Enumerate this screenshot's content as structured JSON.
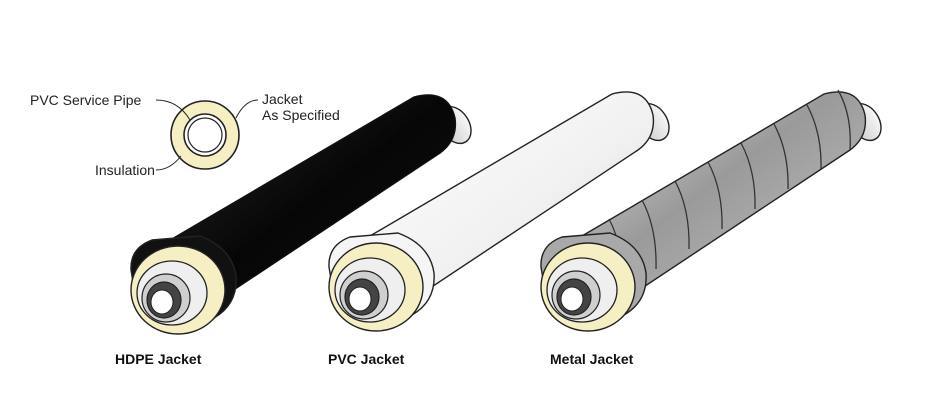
{
  "legend": {
    "service_pipe": "PVC Service Pipe",
    "jacket_line1": "Jacket",
    "jacket_line2": "As Specified",
    "insulation": "Insulation"
  },
  "pipes": [
    {
      "caption": "HDPE Jacket",
      "jacket_type": "hdpe",
      "jacket_color": "#0d0d0d"
    },
    {
      "caption": "PVC Jacket",
      "jacket_type": "pvc",
      "jacket_color": "#f3f3f3"
    },
    {
      "caption": "Metal Jacket",
      "jacket_type": "metal",
      "jacket_color": "#b9b9b9"
    }
  ],
  "colors": {
    "insulation": "#f6efc4",
    "insulation_edge": "#c9b96f",
    "pvc_pipe": "#e9e9e9",
    "outline": "#222222"
  }
}
